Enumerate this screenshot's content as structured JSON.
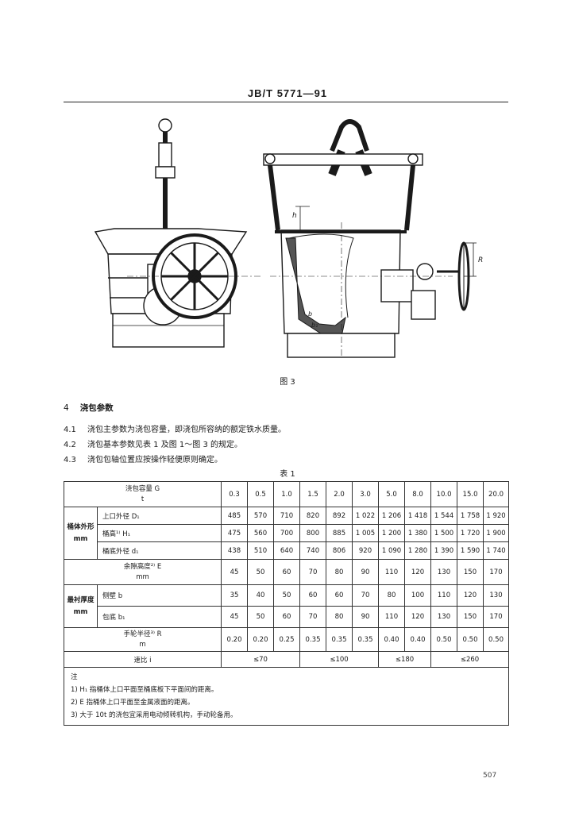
{
  "header": {
    "code": "JB/T 5771—91"
  },
  "figure": {
    "caption": "图 3",
    "label_h": "h",
    "label_r": "R",
    "label_b": "b",
    "label_b1": "b₁"
  },
  "section": {
    "number": "4",
    "title": "浇包参数",
    "paragraphs": [
      {
        "num": "4.1",
        "text": "浇包主参数为浇包容量，即浇包所容纳的额定铁水质量。"
      },
      {
        "num": "4.2",
        "text": "浇包基本参数见表 1 及图 1～图 3 的规定。"
      },
      {
        "num": "4.3",
        "text": "浇包包轴位置应按操作轻便原则确定。"
      }
    ]
  },
  "table": {
    "title": "表 1",
    "capacity_label": "浇包容量 G",
    "capacity_unit": "t",
    "capacities": [
      "0.3",
      "0.5",
      "1.0",
      "1.5",
      "2.0",
      "3.0",
      "5.0",
      "8.0",
      "10.0",
      "15.0",
      "20.0"
    ],
    "group_outline": "桶体外形 mm",
    "row_D1_label": "上口外径 D₁",
    "row_D1": [
      "485",
      "570",
      "710",
      "820",
      "892",
      "1 022",
      "1 206",
      "1 418",
      "1 544",
      "1 758",
      "1 920"
    ],
    "row_H1_label": "桶高¹⁾ H₁",
    "row_H1": [
      "475",
      "560",
      "700",
      "800",
      "885",
      "1 005",
      "1 200",
      "1 380",
      "1 500",
      "1 720",
      "1 900"
    ],
    "row_d1_label": "桶底外径 d₁",
    "row_d1": [
      "438",
      "510",
      "640",
      "740",
      "806",
      "920",
      "1 090",
      "1 280",
      "1 390",
      "1 590",
      "1 740"
    ],
    "row_E_label": "余隙高度²⁾ E",
    "row_E_unit": "mm",
    "row_E": [
      "45",
      "50",
      "60",
      "70",
      "80",
      "90",
      "110",
      "120",
      "130",
      "150",
      "170"
    ],
    "group_lining": "最衬厚度 mm",
    "row_b_label": "侧壁 b",
    "row_b": [
      "35",
      "40",
      "50",
      "60",
      "60",
      "70",
      "80",
      "100",
      "110",
      "120",
      "130"
    ],
    "row_b1_label": "包底 b₁",
    "row_b1": [
      "45",
      "50",
      "60",
      "70",
      "80",
      "90",
      "110",
      "120",
      "130",
      "150",
      "170"
    ],
    "row_R_label": "手轮半径³⁾ R",
    "row_R_unit": "m",
    "row_R": [
      "0.20",
      "0.20",
      "0.25",
      "0.35",
      "0.35",
      "0.35",
      "0.40",
      "0.40",
      "0.50",
      "0.50",
      "0.50"
    ],
    "row_i_label": "速比 i",
    "row_i": [
      "≤70",
      "≤100",
      "≤180",
      "≤260"
    ],
    "notes_title": "注",
    "notes": [
      "1) H₁ 指桶体上口平面至桶底板下平面间的距离。",
      "2) E 指桶体上口平面至金属液面的距离。",
      "3) 大于 10t 的浇包宜采用电动倾转机构，手动轮备用。"
    ]
  },
  "page_number": "507"
}
